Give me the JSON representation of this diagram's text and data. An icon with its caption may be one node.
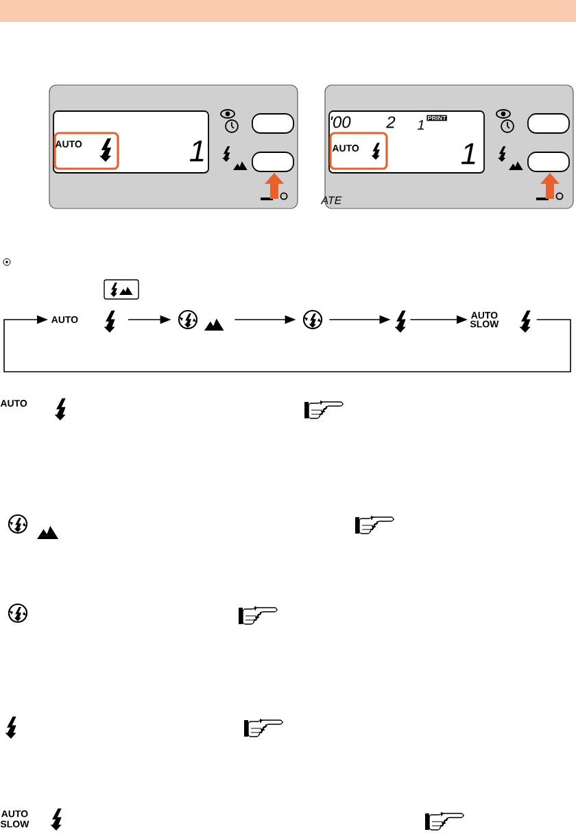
{
  "diagram": {
    "nodes": [
      {
        "text": [
          "AUTO"
        ]
      },
      {
        "text": [],
        "shape": "symbol"
      },
      {
        "text": [],
        "shape": "symbol"
      },
      {
        "text": [],
        "shape": "symbol"
      },
      {
        "text": [
          "AUTO SLOW"
        ]
      }
    ],
    "edges": [
      {
        "from": 0,
        "to": 1,
        "arrow": "to"
      },
      {
        "from": 1,
        "to": 2,
        "arrow": "to"
      },
      {
        "from": 2,
        "to": 3,
        "arrow": "to"
      },
      {
        "from": 3,
        "to": 4,
        "arrow": "to"
      },
      {
        "from": 4,
        "to": 0,
        "arrow": "to"
      }
    ],
    "labels": [
      "AUTO",
      "1",
      "'00",
      "2",
      "1",
      "PRINT",
      "AUTO",
      "1",
      "ATE",
      "AUTO",
      "AUTO SLOW"
    ]
  }
}
